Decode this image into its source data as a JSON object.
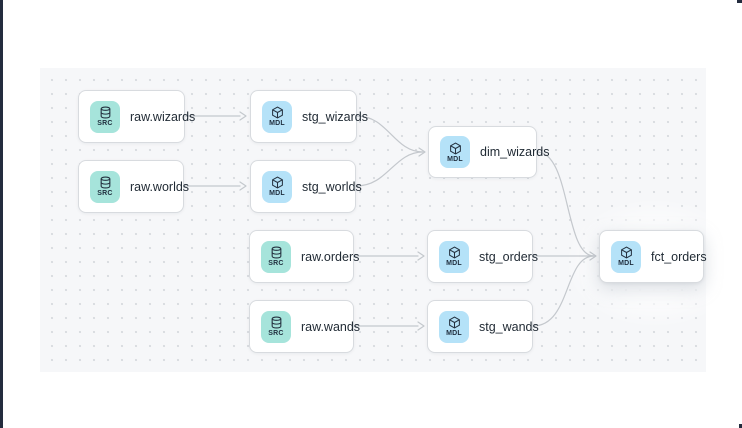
{
  "diagram": {
    "type": "lineage-dag",
    "badges": {
      "src": {
        "label": "SRC",
        "icon": "database-icon",
        "bg_color": "#a6e4db",
        "text_color": "#1f2d3d"
      },
      "mdl": {
        "label": "MDL",
        "icon": "cube-icon",
        "bg_color": "#b5e2f8",
        "text_color": "#1f2d3d"
      }
    },
    "nodes": [
      {
        "id": "raw.wizards",
        "label": "raw.wizards",
        "kind": "src"
      },
      {
        "id": "stg_wizards",
        "label": "stg_wizards",
        "kind": "mdl"
      },
      {
        "id": "raw.worlds",
        "label": "raw.worlds",
        "kind": "src"
      },
      {
        "id": "stg_worlds",
        "label": "stg_worlds",
        "kind": "mdl"
      },
      {
        "id": "dim_wizards",
        "label": "dim_wizards",
        "kind": "mdl"
      },
      {
        "id": "raw.orders",
        "label": "raw.orders",
        "kind": "src"
      },
      {
        "id": "stg_orders",
        "label": "stg_orders",
        "kind": "mdl"
      },
      {
        "id": "raw.wands",
        "label": "raw.wands",
        "kind": "src"
      },
      {
        "id": "stg_wands",
        "label": "stg_wands",
        "kind": "mdl"
      },
      {
        "id": "fct_orders",
        "label": "fct_orders",
        "kind": "mdl"
      }
    ],
    "edges": [
      {
        "from": "raw.wizards",
        "to": "stg_wizards"
      },
      {
        "from": "raw.worlds",
        "to": "stg_worlds"
      },
      {
        "from": "stg_wizards",
        "to": "dim_wizards"
      },
      {
        "from": "stg_worlds",
        "to": "dim_wizards"
      },
      {
        "from": "raw.orders",
        "to": "stg_orders"
      },
      {
        "from": "raw.wands",
        "to": "stg_wands"
      },
      {
        "from": "dim_wizards",
        "to": "fct_orders"
      },
      {
        "from": "stg_orders",
        "to": "fct_orders"
      },
      {
        "from": "stg_wands",
        "to": "fct_orders"
      }
    ],
    "colors": {
      "canvas_bg": "#f6f7f9",
      "dot": "#d9dce0",
      "edge": "#c4c8cd",
      "node_bg": "#ffffff",
      "node_border": "#d8dbdf",
      "label": "#1f2933",
      "frame_strip": "#232c3e"
    }
  }
}
